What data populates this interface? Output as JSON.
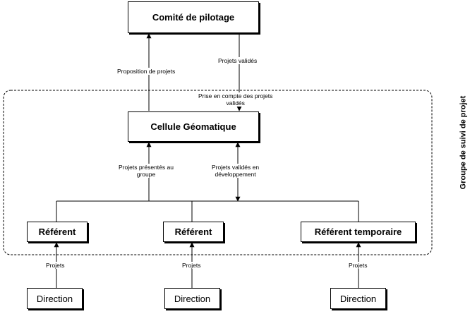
{
  "nodes": {
    "comite": "Comité de pilotage",
    "cellule": "Cellule Géomatique",
    "referent_1": "Référent",
    "referent_2": "Référent",
    "referent_temp": "Référent temporaire",
    "direction_1": "Direction",
    "direction_2": "Direction",
    "direction_3": "Direction"
  },
  "edge_labels": {
    "proposition": "Proposition de projets",
    "projets_valides": "Projets validés",
    "prise_en_compte": [
      "Prise en compte des projets",
      "validés"
    ],
    "projets_presentes": [
      "Projets présentés au",
      "groupe"
    ],
    "projets_valides_dev": [
      "Projets validés en",
      "développement"
    ],
    "projets_1": "Projets",
    "projets_2": "Projets",
    "projets_3": "Projets"
  },
  "group_label": "Groupe de suivi de projet"
}
